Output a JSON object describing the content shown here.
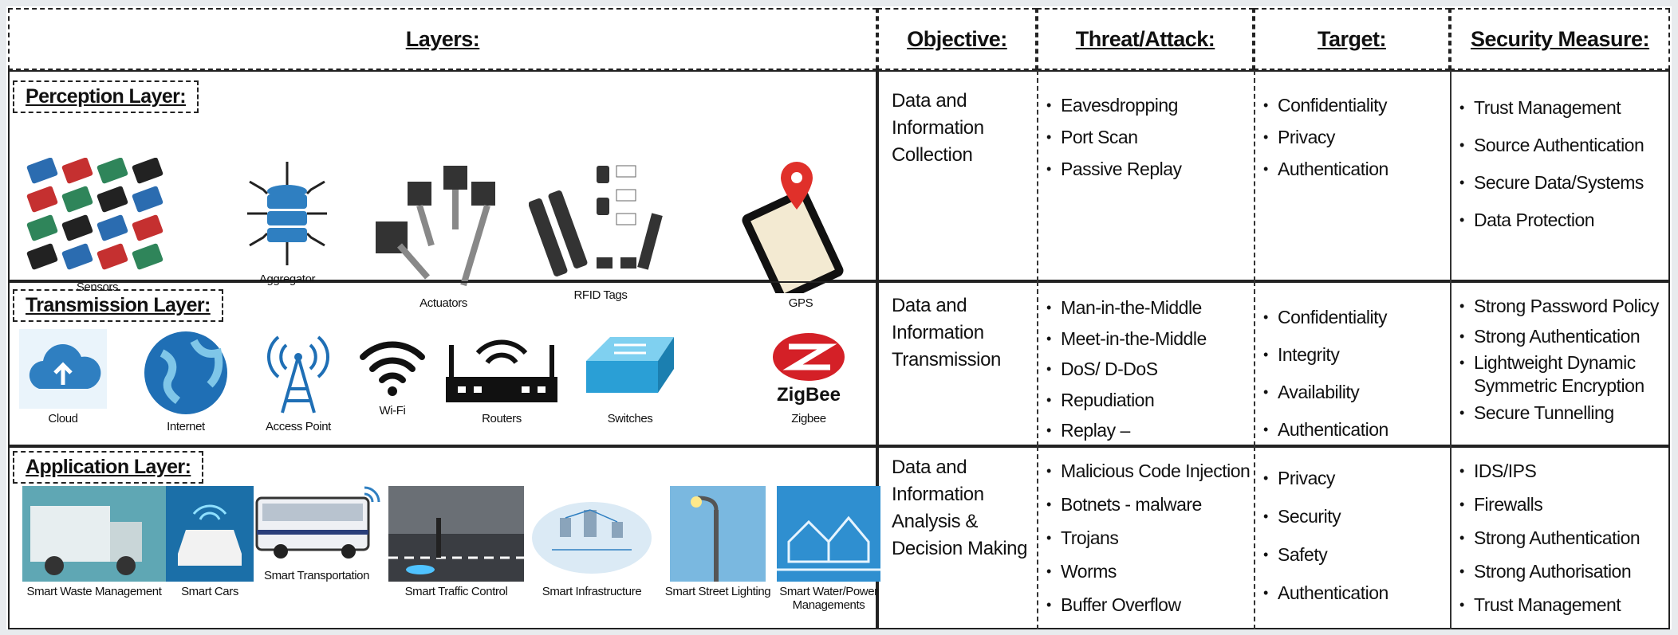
{
  "headers": {
    "layers": "Layers:",
    "objective": "Objective:",
    "threat": "Threat/Attack:",
    "target": "Target:",
    "security": "Security Measure:"
  },
  "rows": [
    {
      "layer": "Perception Layer:",
      "components": [
        {
          "label": "Sensors",
          "icon": "sensor-board-icon"
        },
        {
          "label": "Aggregator",
          "icon": "database-hub-icon"
        },
        {
          "label": "Actuators",
          "icon": "actuator-motor-icon"
        },
        {
          "label": "RFID Tags",
          "icon": "rfid-tag-icon"
        },
        {
          "label": "GPS",
          "icon": "gps-phone-icon"
        }
      ],
      "objective": "Data and Information Collection",
      "threats": [
        "Eavesdropping",
        "Port Scan",
        "Passive Replay"
      ],
      "targets": [
        "Confidentiality",
        "Privacy",
        "Authentication"
      ],
      "measures": [
        "Trust Management",
        "Source Authentication",
        "Secure Data/Systems",
        "Data Protection"
      ]
    },
    {
      "layer": "Transmission Layer:",
      "components": [
        {
          "label": "Cloud",
          "icon": "cloud-icon"
        },
        {
          "label": "Internet",
          "icon": "globe-icon"
        },
        {
          "label": "Access Point",
          "icon": "antenna-tower-icon"
        },
        {
          "label": "Wi-Fi",
          "icon": "wifi-icon"
        },
        {
          "label": "Routers",
          "icon": "router-icon"
        },
        {
          "label": "Switches",
          "icon": "switch-icon"
        },
        {
          "label": "Zigbee",
          "icon": "zigbee-logo-icon"
        }
      ],
      "objective": "Data and Information Transmission",
      "threats": [
        "Man-in-the-Middle",
        "Meet-in-the-Middle",
        "DoS/ D-DoS",
        "Repudiation",
        "Replay –"
      ],
      "targets": [
        "Confidentiality",
        "Integrity",
        "Availability",
        "Authentication"
      ],
      "measures": [
        "Strong Password Policy",
        "Strong Authentication",
        "Lightweight Dynamic Symmetric Encryption",
        "Secure Tunnelling"
      ]
    },
    {
      "layer": "Application Layer:",
      "components": [
        {
          "label": "Smart Waste Management",
          "icon": "waste-truck-icon"
        },
        {
          "label": "Smart Cars",
          "icon": "smart-car-icon"
        },
        {
          "label": "Smart Transportation",
          "icon": "bus-icon"
        },
        {
          "label": "Smart Traffic Control",
          "icon": "traffic-icon"
        },
        {
          "label": "Smart Infrastructure",
          "icon": "infrastructure-icon"
        },
        {
          "label": "Smart Street Lighting",
          "icon": "street-light-icon"
        },
        {
          "label": "Smart Water/Power Managements",
          "icon": "water-power-icon"
        }
      ],
      "objective": "Data and Information Analysis & Decision Making",
      "threats": [
        "Malicious Code Injection",
        "Botnets - malware",
        "Trojans",
        "Worms",
        "Buffer Overflow"
      ],
      "targets": [
        "Privacy",
        "Security",
        "Safety",
        "Authentication"
      ],
      "measures": [
        "IDS/IPS",
        "Firewalls",
        "Strong Authentication",
        "Strong Authorisation",
        "Trust Management"
      ]
    }
  ],
  "colors": {
    "accent_blue": "#2f7fc1",
    "gps_red": "#e0302a",
    "zigbee_red": "#d42027"
  }
}
